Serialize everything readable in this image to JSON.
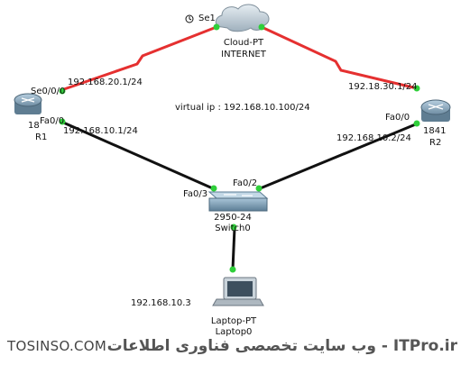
{
  "colors": {
    "serial_link": "#e53030",
    "ethernet_link": "#111111",
    "port_up": "#2fcf3a"
  },
  "devices": {
    "cloud": {
      "name": "Cloud-PT",
      "label": "INTERNET",
      "port": "Se1",
      "icon": "cloud-icon"
    },
    "r1": {
      "model": "18",
      "name": "R1",
      "port_serial": "Se0/0/0",
      "port_fa": "Fa0/0",
      "ip_serial": "192.168.20.1/24",
      "ip_fa": "192.168.10.1/24",
      "icon": "router-icon"
    },
    "r2": {
      "model": "1841",
      "name": "R2",
      "port_fa": "Fa0/0",
      "ip_serial": "192.18.30.1/24",
      "ip_fa": "192.168.10.2/24",
      "icon": "router-icon"
    },
    "switch": {
      "model": "2950-24",
      "name": "Switch0",
      "port_left": "Fa0/3",
      "port_right": "Fa0/2",
      "icon": "switch-icon"
    },
    "laptop": {
      "model": "Laptop-PT",
      "name": "Laptop0",
      "ip": "192.168.10.3",
      "icon": "laptop-icon"
    }
  },
  "virtual_ip": "virtual ip : 192.168.10.100/24",
  "footer": {
    "site": "TOSINSO.COM",
    "brand": "ITPro.ir - وب سایت تخصصی فناوری اطلاعات"
  }
}
